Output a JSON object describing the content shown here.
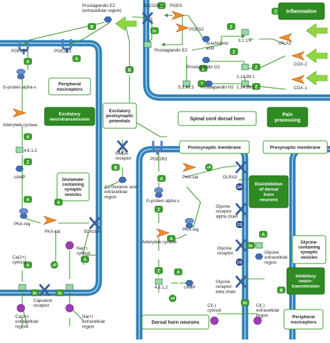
{
  "colors": {
    "membrane": "#2f7fb6",
    "membrane_inner": "#8fc4e6",
    "process_fill": "#2e8b22",
    "process_text": "#ffffff",
    "label_border": "#3a9a2a",
    "edge": "#3c9a2a",
    "green_arrow": "#8fd642",
    "enzyme_orange": "#f08a2a",
    "receptor_blue": "#4a7fc0",
    "metabolite_box": "#9ad9a8",
    "ion_purple": "#a03ab8"
  },
  "labels": {
    "prostaglandin_e2_ec": "Prostaglandin E2\n(extracellular region)",
    "slco2a1": "SLCO2A1",
    "pges": "PGES",
    "inflammation": "Inflammation",
    "pges2": "PGES2",
    "arachidonic_acid": "Arachidonic\nacid",
    "ec_3114": "3.1.1.4",
    "cpla2": "cPLA2",
    "prostaglandin_e2": "Prostaglandin E2",
    "cox2": "COX-2",
    "ec_11499_g": "1.14.99.1",
    "prostaglandin_g2": "Prostaglandin G2",
    "ec_53993": "5.3.99.3",
    "ec_11499_h": "1.14.99.1",
    "prostaglandin_h2": "Prostaglandin H2",
    "cox1": "COX-1",
    "pge2r4": "PGE2R4",
    "pge2r3": "PGE2R3",
    "g_protein_alpha_s_top": "G-protein alpha-s",
    "peripheral_nociceptors_top": "Peripheral\nnociceptors",
    "excitatory_neurotransmission": "Excitatory\nneurotransmission",
    "excitatory_postsynaptic_potentials": "Excitatory\npostsynaptic\npotentials",
    "spinal_cord_dorsal_horn": "Spinal cord dorsal horn",
    "pain_processing": "Pain\nprocessing",
    "adenylate_cyclase_left": "Adenylate cyclase",
    "ec_4612_left": "4.6.1.2",
    "camp_left": "cAMP",
    "glutamate_vesicles": "Glutamate-\ncontaining\nsynaptic\nvesicles",
    "nmda_receptor": "NMDA\nreceptor",
    "pge2r2": "PGE2R2",
    "postsynaptic_membrane": "Postsynaptic membrane",
    "presynaptic_membrane": "Presynaptic membrane",
    "l_glutamic_acid": "(L)-Glutamic acid\nextracellular\nregion",
    "pka_cat_right": "PKA-cat",
    "glra3": "GLRA3",
    "disinhibition": "Disinhibition\nof dorsal\nhorn\nneurons",
    "g_protein_alpha_s_right": "G-protein alpha-s",
    "pka_reg_left": "PKA-reg",
    "pka_cat_left": "PKA-cat",
    "scn10a": "SCN10A",
    "pka_reg_right": "PKA-reg",
    "glycine_receptor_alpha_chain": "Glycine\nreceptor\nalpha chain",
    "glycine_vesicles": "Glycine-\ncontaining\nsynaptic\nvesicles",
    "na_cytosol": "Na(+)\ncytosol",
    "adenylate_cyclase_right": "Adenylate cyclase",
    "glycine_receptor": "Glycine\nreceptor",
    "glycine_extracellular": "Glycine\nextracellular\nregion",
    "ca_cytosol": "Ca(2+)\ncytosol",
    "ec_4612_right": "4.6.1.2",
    "camp_right": "cAMP",
    "glycine_receptor_beta_chain": "Glycine\nreceptor\nbeta chain",
    "inhibitory_neurotransmission": "Inhibitory\nneuro-\ntransmission",
    "capsaicin_receptor": "Capsaicin\nreceptor",
    "cl_cytosol": "Cl(-)\ncytosol",
    "cl_extracellular": "Cl(-)\nextracellular\nregion",
    "ca_extracellular": "Ca(2+)\nextracellular\nregion",
    "na_extracellular": "Na(+)\nextracellular\nregion",
    "dorsal_horn_neurons": "Dorsal horn neurons",
    "peripheral_nociceptors_bottom": "Peripheral\nnociceptors"
  },
  "edge_letters": {
    "inhibit": "In",
    "binding": "B",
    "activation": "A",
    "catalysis": "Z",
    "transport": "T",
    "phosphorylation": "+P",
    "gr": "GR",
    "cs": "CS"
  }
}
